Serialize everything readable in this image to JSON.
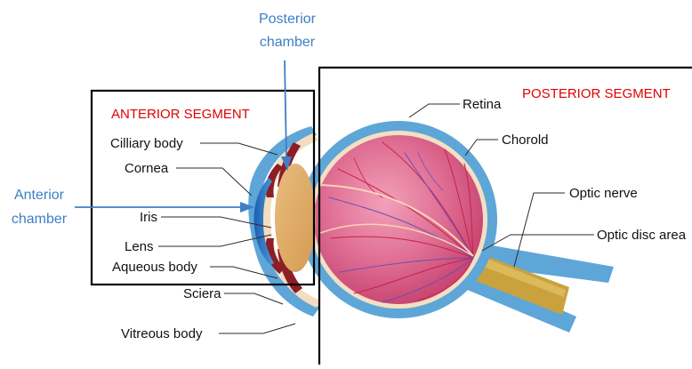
{
  "colors": {
    "segment_title": "#e00000",
    "chamber_label": "#3f7fc4",
    "outer_layer": "#5ea6d8",
    "eyeball": "#d84a76",
    "lens": "#d9a564",
    "optic_nerve": "#c9a23e",
    "box_border": "#000000"
  },
  "segments": {
    "anterior": "ANTERIOR SEGMENT",
    "posterior": "POSTERIOR SEGMENT"
  },
  "chambers": {
    "posterior_line1": "Posterior",
    "posterior_line2": "chamber",
    "anterior_line1": "Anterior",
    "anterior_line2": "chamber"
  },
  "labels": {
    "retina": "Retina",
    "choroid": "Chorold",
    "optic_nerve": "Optic nerve",
    "optic_disc": "Optic disc area",
    "ciliary_body": "Cilliary body",
    "cornea": "Cornea",
    "iris": "Iris",
    "lens": "Lens",
    "aqueous_body": "Aqueous body",
    "sclera": "Sciera",
    "vitreous_body": "Vitreous body"
  }
}
